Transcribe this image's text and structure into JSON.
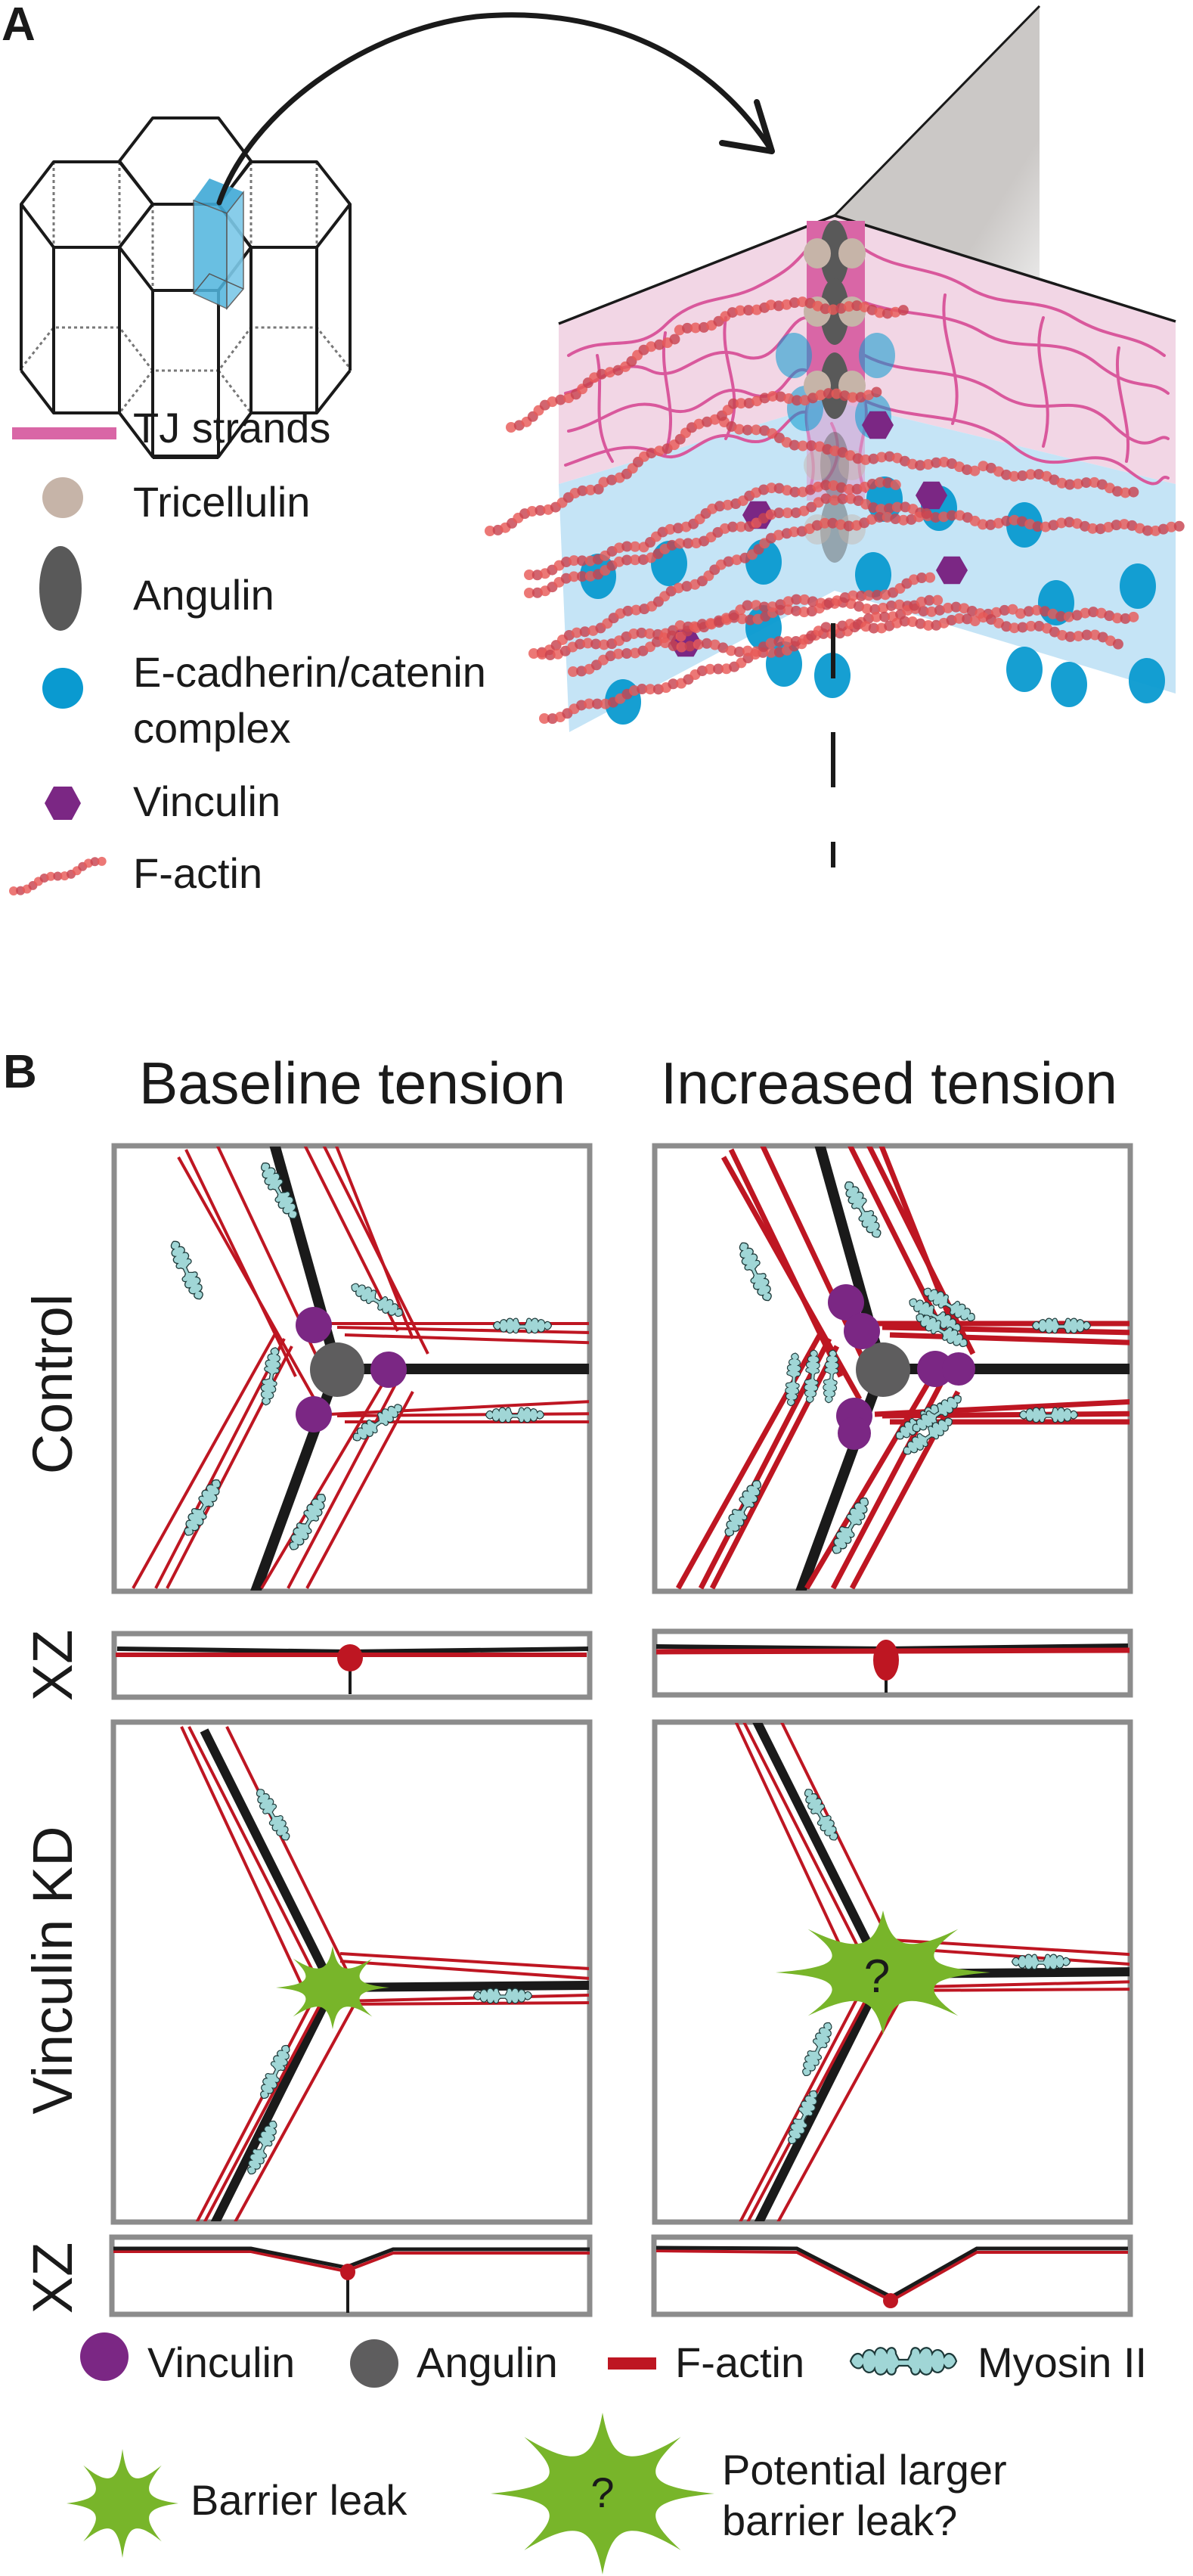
{
  "figure": {
    "panel_a": {
      "label": "A",
      "legend": [
        {
          "icon": "tj-strand-bar-icon",
          "label": "TJ strands",
          "color": "#d966a6"
        },
        {
          "icon": "tricellulin-circle-icon",
          "label": "Tricellulin",
          "color": "#c6b4a8"
        },
        {
          "icon": "angulin-ellipse-icon",
          "label": "Angulin",
          "color": "#595959"
        },
        {
          "icon": "e-cadherin-circle-icon",
          "label_line1": "E-cadherin/catenin",
          "label_line2": "complex",
          "color": "#0a9ad0"
        },
        {
          "icon": "vinculin-hexagon-icon",
          "label": "Vinculin",
          "color": "#7b2784"
        },
        {
          "icon": "f-actin-filament-icon",
          "label": "F-actin",
          "color": "#e0302c"
        }
      ]
    },
    "panel_b": {
      "label": "B",
      "columns": [
        "Baseline tension",
        "Increased tension"
      ],
      "rows": [
        "Control",
        "Vinculin KD"
      ],
      "xz_label": "XZ",
      "leak_mark": "?",
      "legend_row1": [
        {
          "icon": "vinculin-circle-icon",
          "label": "Vinculin",
          "color": "#7b2784"
        },
        {
          "icon": "angulin-circle-icon",
          "label": "Angulin",
          "color": "#5e5d5e"
        },
        {
          "icon": "f-actin-bar-icon",
          "label": "F-actin",
          "color": "#be1622"
        },
        {
          "icon": "myosin-ii-icon",
          "label": "Myosin II",
          "color": "#a0d6d6"
        }
      ],
      "legend_row2": [
        {
          "icon": "barrier-leak-star-icon",
          "label": "Barrier leak",
          "color": "#78b52a"
        },
        {
          "icon": "larger-barrier-leak-star-icon",
          "mark": "?",
          "label_line1": "Potential larger",
          "label_line2": "barrier leak?",
          "color": "#78b52a"
        }
      ]
    }
  }
}
